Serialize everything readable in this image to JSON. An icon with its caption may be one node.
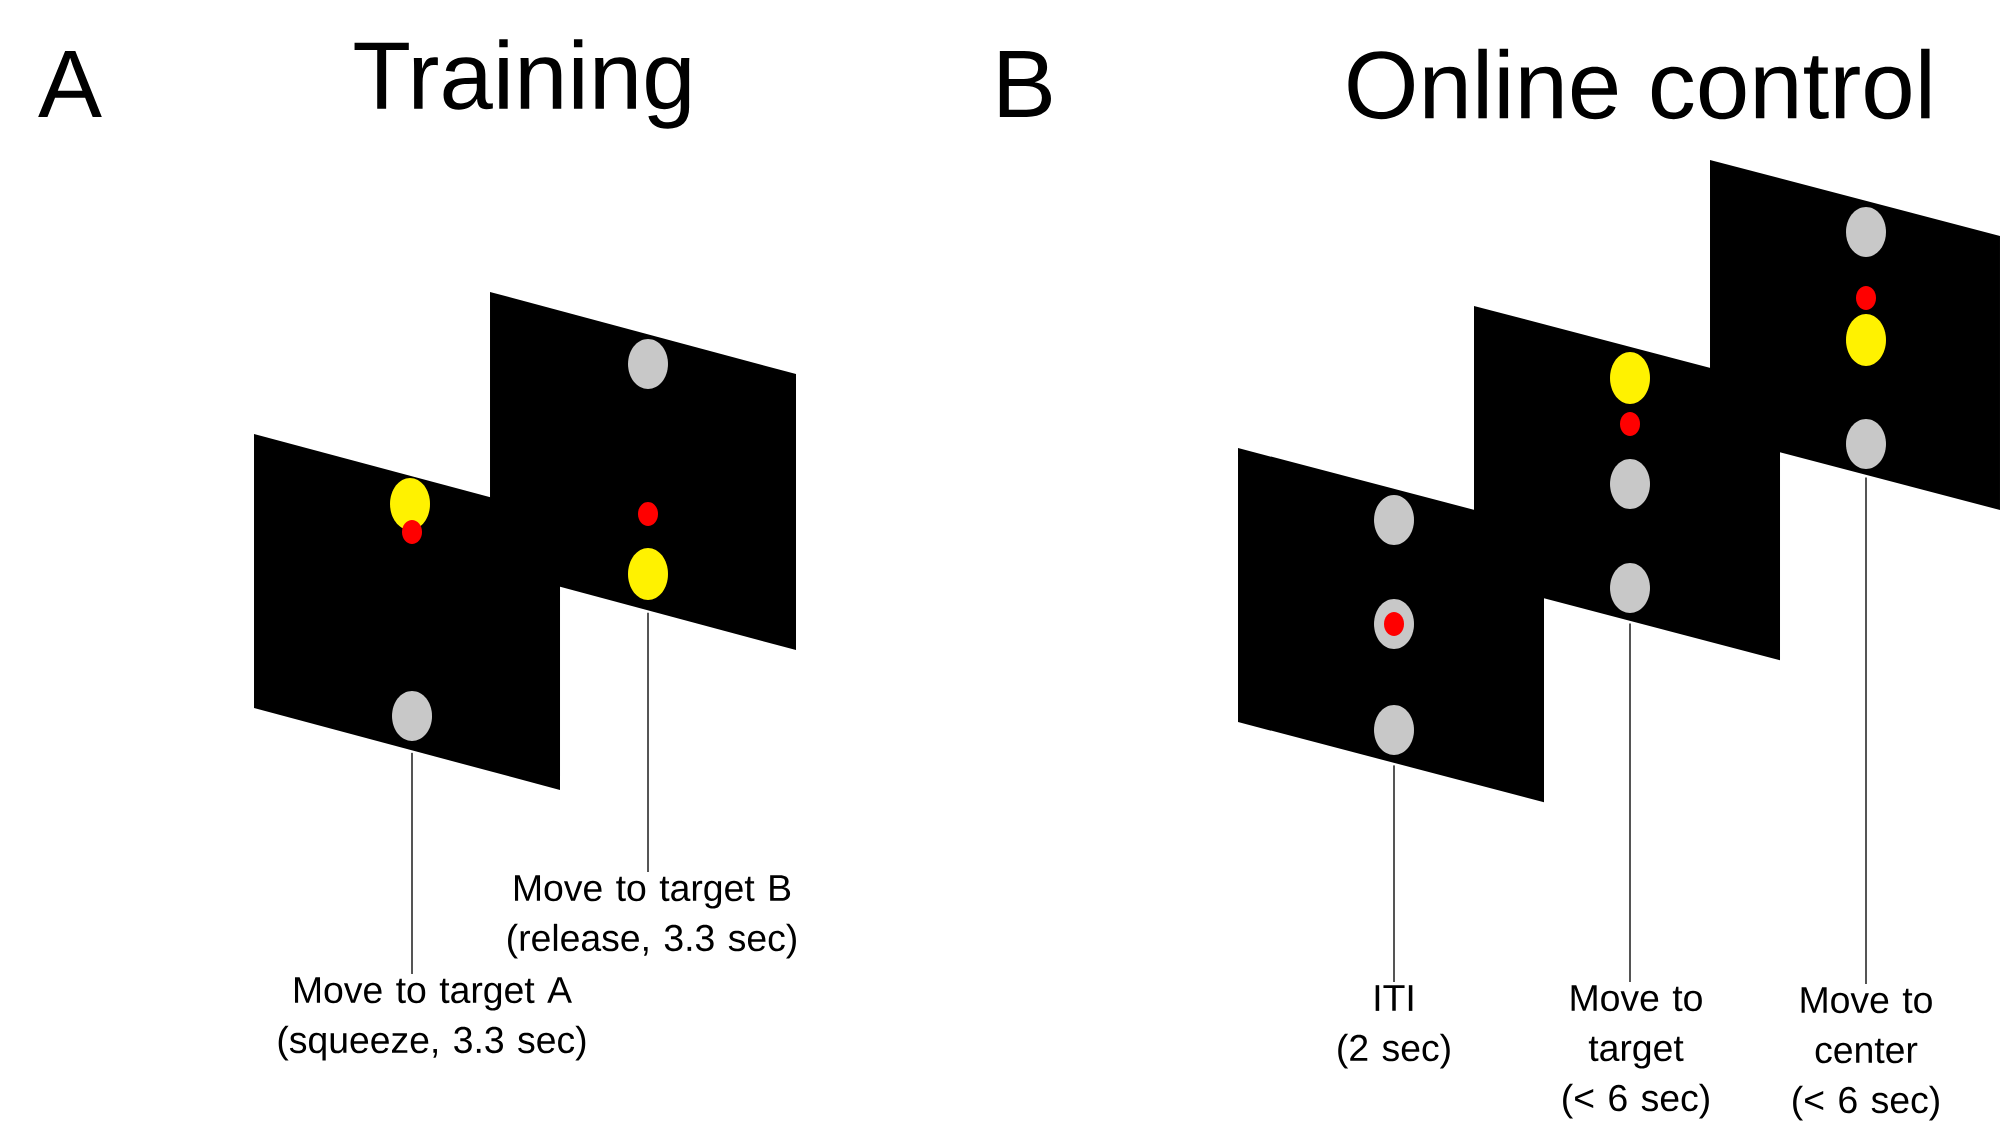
{
  "diagram": {
    "nodes": [
      {
        "text": [],
        "shape": "parallelogram"
      },
      {
        "text": [],
        "shape": "parallelogram"
      },
      {
        "text": [
          "Move to target A",
          "(squeeze, 3.3 sec)"
        ]
      },
      {
        "text": [
          "Move to target B",
          "(release, 3.3 sec)"
        ]
      },
      {
        "text": [],
        "shape": "parallelogram"
      },
      {
        "text": [],
        "shape": "parallelogram"
      },
      {
        "text": [],
        "shape": "parallelogram"
      },
      {
        "text": [
          "ITI",
          "(2 sec)"
        ]
      },
      {
        "text": [
          "Move to target",
          "(< 6 sec)"
        ]
      },
      {
        "text": [
          "Move to center",
          "(< 6 sec)"
        ]
      }
    ],
    "edges": [
      {
        "from": 2,
        "to": 0,
        "arrow": "none"
      },
      {
        "from": 3,
        "to": 1,
        "arrow": "none"
      },
      {
        "from": 7,
        "to": 4,
        "arrow": "none"
      },
      {
        "from": 8,
        "to": 5,
        "arrow": "none"
      },
      {
        "from": 9,
        "to": 6,
        "arrow": "none"
      }
    ],
    "labels": [
      "A",
      "Training",
      "B",
      "Online control"
    ]
  }
}
